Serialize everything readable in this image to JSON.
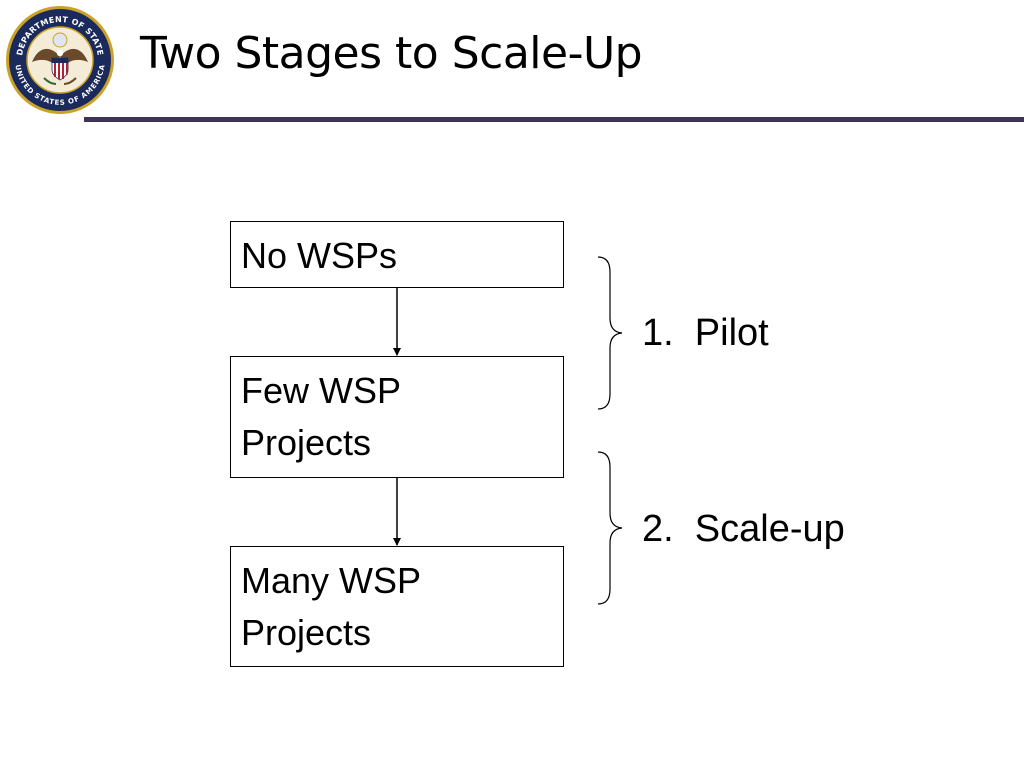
{
  "header": {
    "title": "Two Stages to Scale-Up",
    "seal_text_top": "DEPARTMENT OF STATE",
    "seal_text_bottom": "UNITED STATES OF AMERICA"
  },
  "diagram": {
    "nodes": [
      {
        "id": "no-wsps",
        "label": "No WSPs"
      },
      {
        "id": "few-wsp-projects",
        "label": "Few WSP\nProjects"
      },
      {
        "id": "many-wsp-projects",
        "label": "Many WSP\nProjects"
      }
    ],
    "edges": [
      {
        "from": "no-wsps",
        "to": "few-wsp-projects"
      },
      {
        "from": "few-wsp-projects",
        "to": "many-wsp-projects"
      }
    ],
    "stages": [
      {
        "label": "1.  Pilot"
      },
      {
        "label": "2.  Scale-up"
      }
    ]
  },
  "colors": {
    "rule": "#3f3456",
    "seal_navy": "#1b2a5c",
    "seal_gold": "#c9a227"
  }
}
